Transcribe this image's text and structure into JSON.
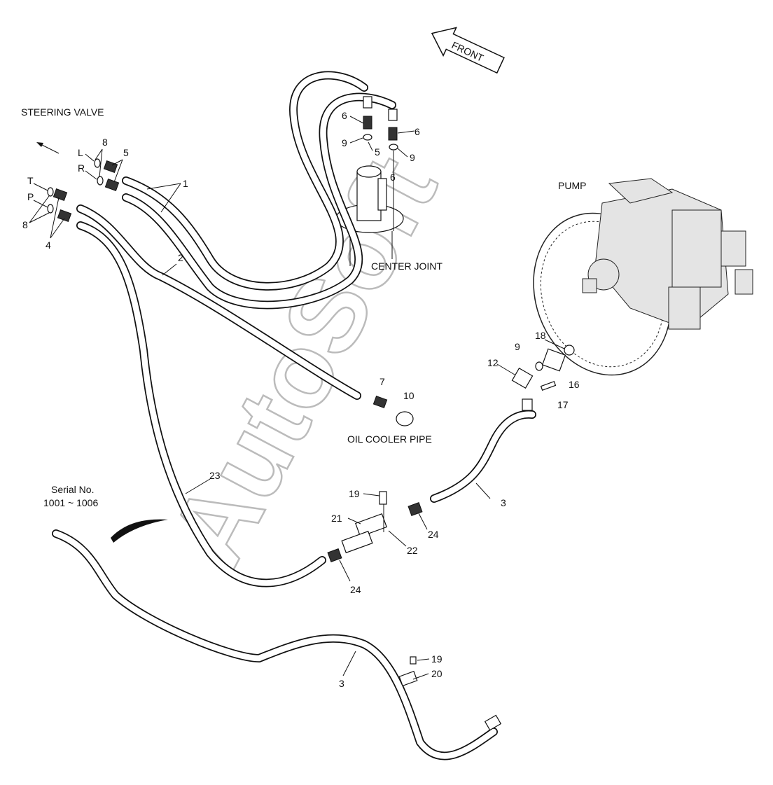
{
  "titles": {
    "steering_valve": "STEERING VALVE",
    "pump": "PUMP",
    "center_joint": "CENTER JOINT",
    "oil_cooler_pipe": "OIL COOLER PIPE",
    "serial_label": "Serial No.",
    "serial_range": "1001 ~ 1006",
    "front": "FRONT"
  },
  "watermark": "AutoSoft",
  "ports": {
    "L": "L",
    "R": "R",
    "T": "T",
    "P": "P"
  },
  "callouts": [
    "8",
    "5",
    "1",
    "8",
    "4",
    "6",
    "6",
    "9",
    "5",
    "9",
    "6",
    "2",
    "7",
    "10",
    "18",
    "9",
    "12",
    "16",
    "17",
    "19",
    "21",
    "22",
    "24",
    "3",
    "23",
    "24",
    "19",
    "20",
    "3"
  ]
}
